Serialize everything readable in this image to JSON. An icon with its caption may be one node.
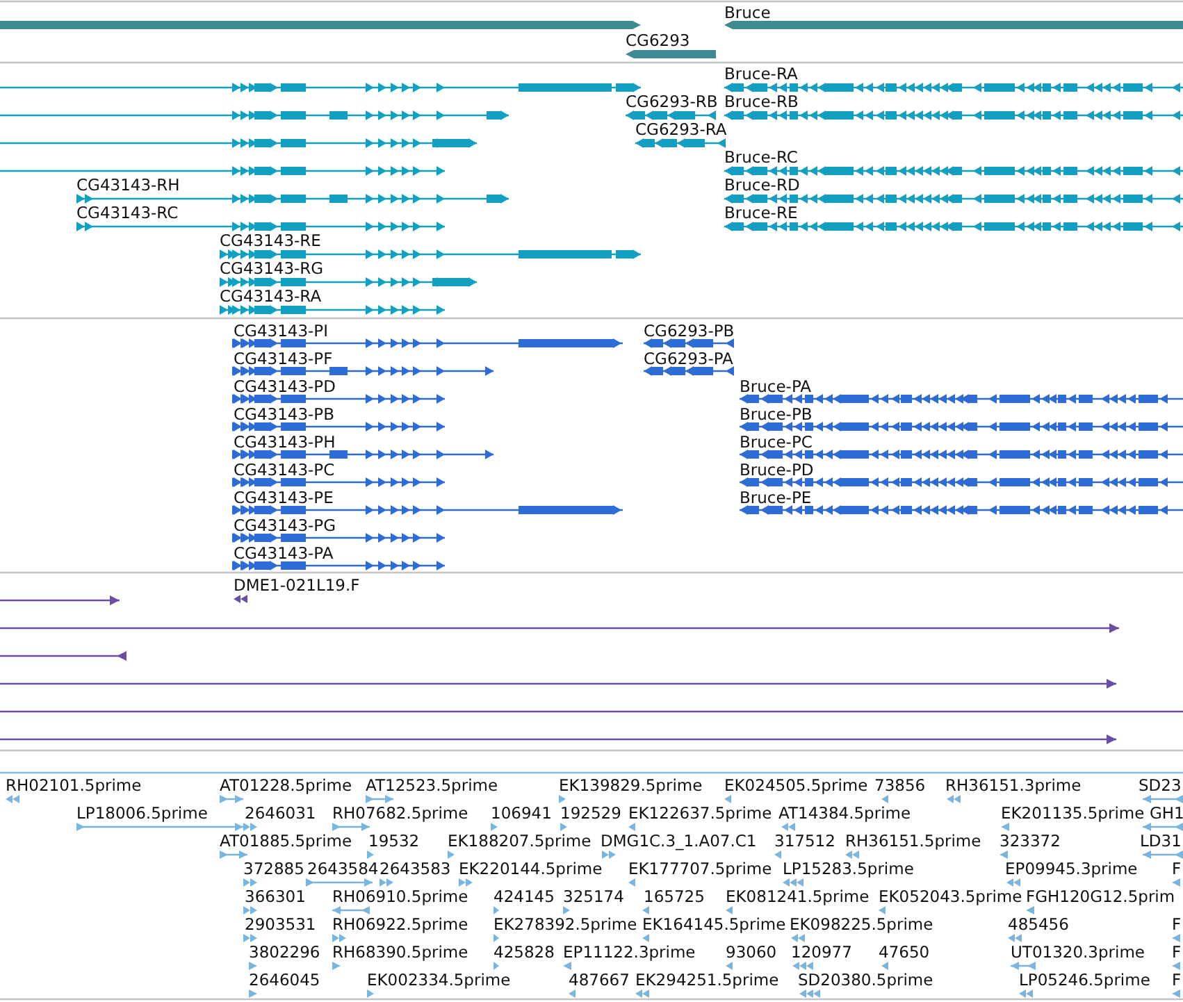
{
  "diagram": {
    "labels": [
      "Bruce",
      "CG6293",
      "Bruce-RA",
      "CG6293-RB",
      "Bruce-RB",
      "CG6293-RA",
      "Bruce-RC",
      "CG43143-RH",
      "Bruce-RD",
      "CG43143-RC",
      "Bruce-RE",
      "CG43143-RE",
      "CG43143-RG",
      "CG43143-RA",
      "CG43143-PI",
      "CG6293-PB",
      "CG43143-PF",
      "CG6293-PA",
      "CG43143-PD",
      "Bruce-PA",
      "CG43143-PB",
      "Bruce-PB",
      "CG43143-PH",
      "Bruce-PC",
      "CG43143-PC",
      "Bruce-PD",
      "CG43143-PE",
      "Bruce-PE",
      "CG43143-PG",
      "CG43143-PA",
      "DME1-021L19.F",
      "RH02101.5prime",
      "AT01228.5prime",
      "AT12523.5prime",
      "EK139829.5prime",
      "EK024505.5prime",
      "73856",
      "RH36151.3prime",
      "SD23",
      "LP18006.5prime",
      "2646031",
      "RH07682.5prime",
      "106941",
      "192529",
      "EK122637.5prime",
      "AT14384.5prime",
      "EK201135.5prime",
      "GH1",
      "AT01885.5prime",
      "19532",
      "EK188207.5prime",
      "DMG1C.3_1.A07.C1",
      "317512",
      "RH36151.5prime",
      "323372",
      "LD31",
      "372885",
      "2643584",
      "2643583",
      "EK220144.5prime",
      "EK177707.5prime",
      "LP15283.5prime",
      "EP09945.3prime",
      "F",
      "366301",
      "RH06910.5prime",
      "424145",
      "325174",
      "165725",
      "EK081241.5prime",
      "EK052043.5prime",
      "FGH120G12.5prim",
      "2903531",
      "RH06922.5prime",
      "EK278392.5prime",
      "EK164145.5prime",
      "EK098225.5prime",
      "485456",
      "F",
      "3802296",
      "RH68390.5prime",
      "425828",
      "EP11122.3prime",
      "93060",
      "120977",
      "47650",
      "UT01320.3prime",
      "F",
      "2646045",
      "EK002334.5prime",
      "487667",
      "EK294251.5prime",
      "SD20380.5prime",
      "LP05246.5prime",
      "F"
    ]
  }
}
